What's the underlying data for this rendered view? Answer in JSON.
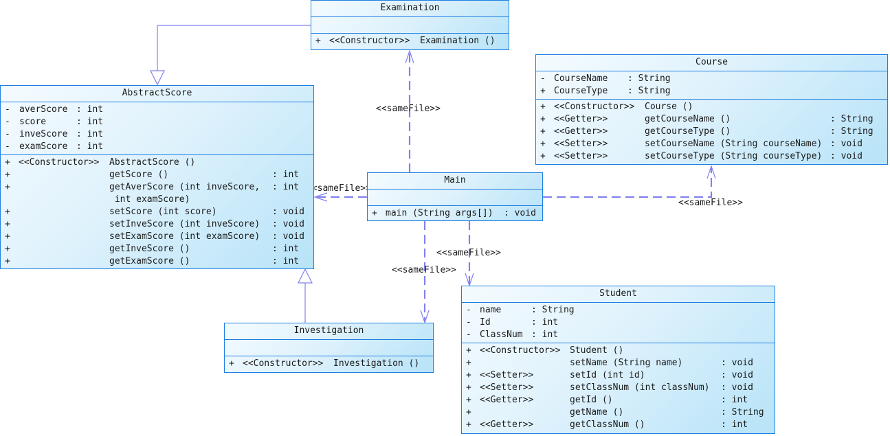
{
  "diagram_type": "UML class diagram",
  "colors": {
    "class_border": "#1e7fe0",
    "class_fill_start": "#f4fbff",
    "class_fill_end": "#b7e3f8",
    "connector": "#8080f0",
    "text": "#1a1a1a"
  },
  "classes": {
    "examination": {
      "name": "Examination",
      "attributes": [],
      "operations": [
        {
          "vis": "+",
          "stereo": "<<Constructor>>",
          "sig": "Examination ()",
          "ret": ""
        }
      ]
    },
    "abstract_score": {
      "name": "AbstractScore",
      "attributes": [
        {
          "vis": "-",
          "name": "averScore",
          "type": ": int"
        },
        {
          "vis": "-",
          "name": "score",
          "type": ": int"
        },
        {
          "vis": "-",
          "name": "inveScore",
          "type": ": int"
        },
        {
          "vis": "-",
          "name": "examScore",
          "type": ": int"
        }
      ],
      "operations": [
        {
          "vis": "+",
          "stereo": "<<Constructor>>",
          "sig": "AbstractScore ()",
          "ret": ""
        },
        {
          "vis": "+",
          "stereo": "",
          "sig": "getScore ()",
          "ret": ": int"
        },
        {
          "vis": "+",
          "stereo": "",
          "sig": "getAverScore (int inveScore,",
          "ret": ": int"
        },
        {
          "vis": "",
          "stereo": "",
          "sig": " int examScore)",
          "ret": ""
        },
        {
          "vis": "+",
          "stereo": "",
          "sig": "setScore (int score)",
          "ret": ": void"
        },
        {
          "vis": "+",
          "stereo": "",
          "sig": "setInveScore (int inveScore)",
          "ret": ": void"
        },
        {
          "vis": "+",
          "stereo": "",
          "sig": "setExamScore (int examScore)",
          "ret": ": void"
        },
        {
          "vis": "+",
          "stereo": "",
          "sig": "getInveScore ()",
          "ret": ": int"
        },
        {
          "vis": "+",
          "stereo": "",
          "sig": "getExamScore ()",
          "ret": ": int"
        }
      ]
    },
    "course": {
      "name": "Course",
      "attributes": [
        {
          "vis": "-",
          "name": "CourseName",
          "type": ": String"
        },
        {
          "vis": "+",
          "name": "CourseType",
          "type": ": String"
        }
      ],
      "operations": [
        {
          "vis": "+",
          "stereo": "<<Constructor>>",
          "sig": "Course ()",
          "ret": ""
        },
        {
          "vis": "+",
          "stereo": "<<Getter>>",
          "sig": "getCourseName ()",
          "ret": ": String"
        },
        {
          "vis": "+",
          "stereo": "<<Getter>>",
          "sig": "getCourseType ()",
          "ret": ": String"
        },
        {
          "vis": "+",
          "stereo": "<<Setter>>",
          "sig": "setCourseName (String courseName)",
          "ret": ": void"
        },
        {
          "vis": "+",
          "stereo": "<<Setter>>",
          "sig": "setCourseType (String courseType)",
          "ret": ": void"
        }
      ]
    },
    "main": {
      "name": "Main",
      "attributes": [],
      "operations": [
        {
          "vis": "+",
          "stereo": "",
          "sig": "main (String args[])",
          "ret": ": void"
        }
      ]
    },
    "investigation": {
      "name": "Investigation",
      "attributes": [],
      "operations": [
        {
          "vis": "+",
          "stereo": "<<Constructor>>",
          "sig": "Investigation ()",
          "ret": ""
        }
      ]
    },
    "student": {
      "name": "Student",
      "attributes": [
        {
          "vis": "-",
          "name": "name",
          "type": ": String"
        },
        {
          "vis": "-",
          "name": "Id",
          "type": ": int"
        },
        {
          "vis": "-",
          "name": "ClassNum",
          "type": ": int"
        }
      ],
      "operations": [
        {
          "vis": "+",
          "stereo": "<<Constructor>>",
          "sig": "Student ()",
          "ret": ""
        },
        {
          "vis": "+",
          "stereo": "",
          "sig": "setName (String name)",
          "ret": ": void"
        },
        {
          "vis": "+",
          "stereo": "<<Setter>>",
          "sig": "setId (int id)",
          "ret": ": void"
        },
        {
          "vis": "+",
          "stereo": "<<Setter>>",
          "sig": "setClassNum (int classNum)",
          "ret": ": void"
        },
        {
          "vis": "+",
          "stereo": "<<Getter>>",
          "sig": "getId ()",
          "ret": ": int"
        },
        {
          "vis": "+",
          "stereo": "",
          "sig": "getName ()",
          "ret": ": String"
        },
        {
          "vis": "+",
          "stereo": "<<Getter>>",
          "sig": "getClassNum ()",
          "ret": ": int"
        }
      ]
    }
  },
  "relationships": [
    {
      "type": "generalization",
      "from": "Examination",
      "to": "AbstractScore",
      "label": ""
    },
    {
      "type": "generalization",
      "from": "Investigation",
      "to": "AbstractScore",
      "label": ""
    },
    {
      "type": "dependency",
      "from": "Main",
      "to": "Examination",
      "label": "<<sameFile>>"
    },
    {
      "type": "dependency",
      "from": "Main",
      "to": "AbstractScore",
      "label": "<<sameFile>>"
    },
    {
      "type": "dependency",
      "from": "Main",
      "to": "Course",
      "label": "<<sameFile>>"
    },
    {
      "type": "dependency",
      "from": "Main",
      "to": "Investigation",
      "label": "<<sameFile>>"
    },
    {
      "type": "dependency",
      "from": "Main",
      "to": "Student",
      "label": "<<sameFile>>"
    }
  ]
}
